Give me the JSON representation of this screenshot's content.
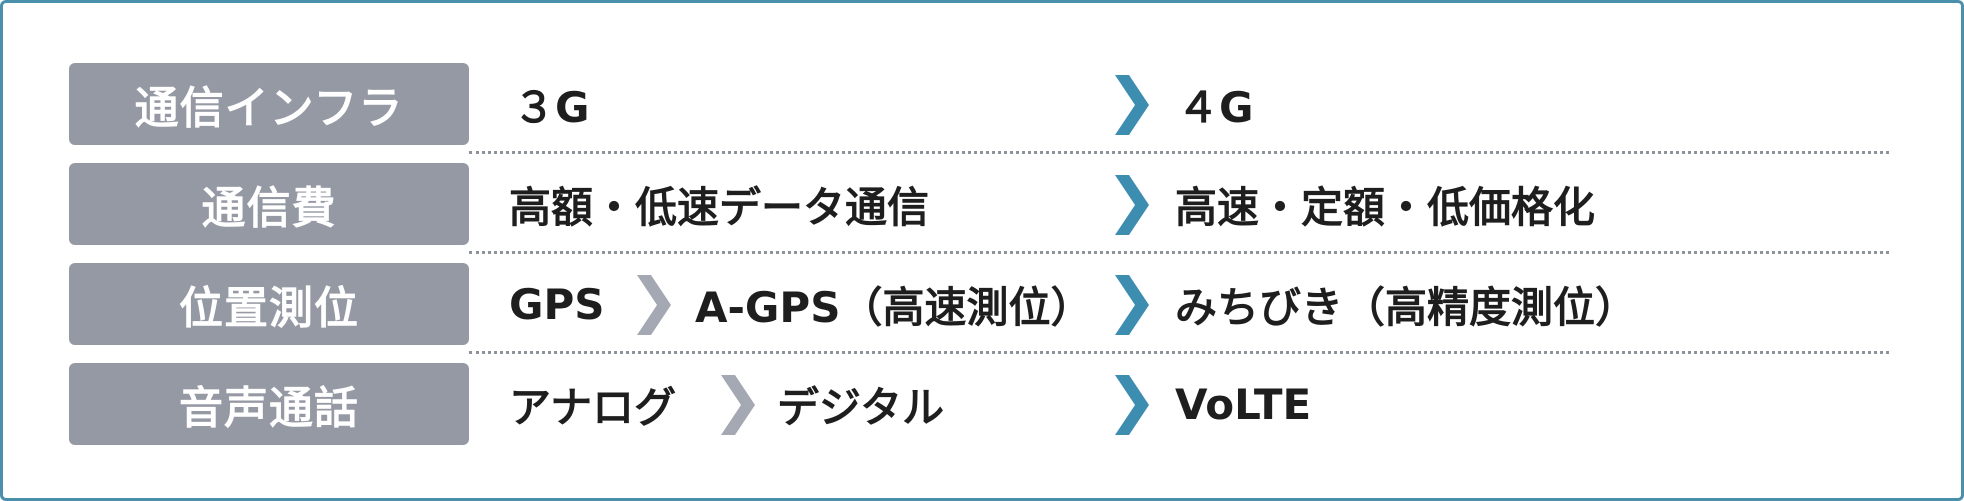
{
  "rows": [
    {
      "label": "通信インフラ",
      "before": "３G",
      "after": "４G"
    },
    {
      "label": "通信費",
      "before": "高額・低速データ通信",
      "after": "高速・定額・低価格化"
    },
    {
      "label": "位置測位",
      "before1": "GPS",
      "before2": "A-GPS（高速測位）",
      "after": "みちびき（高精度測位）"
    },
    {
      "label": "音声通話",
      "before1": "アナログ",
      "before2": "デジタル",
      "after": "VoLTE"
    }
  ],
  "colors": {
    "label_bg": "#9599a4",
    "label_text": "#ffffff",
    "border": "#4a8fab",
    "chevron_main": "#3c8db0",
    "chevron_mid": "#a4a8b2",
    "text": "#1e1e1e"
  }
}
